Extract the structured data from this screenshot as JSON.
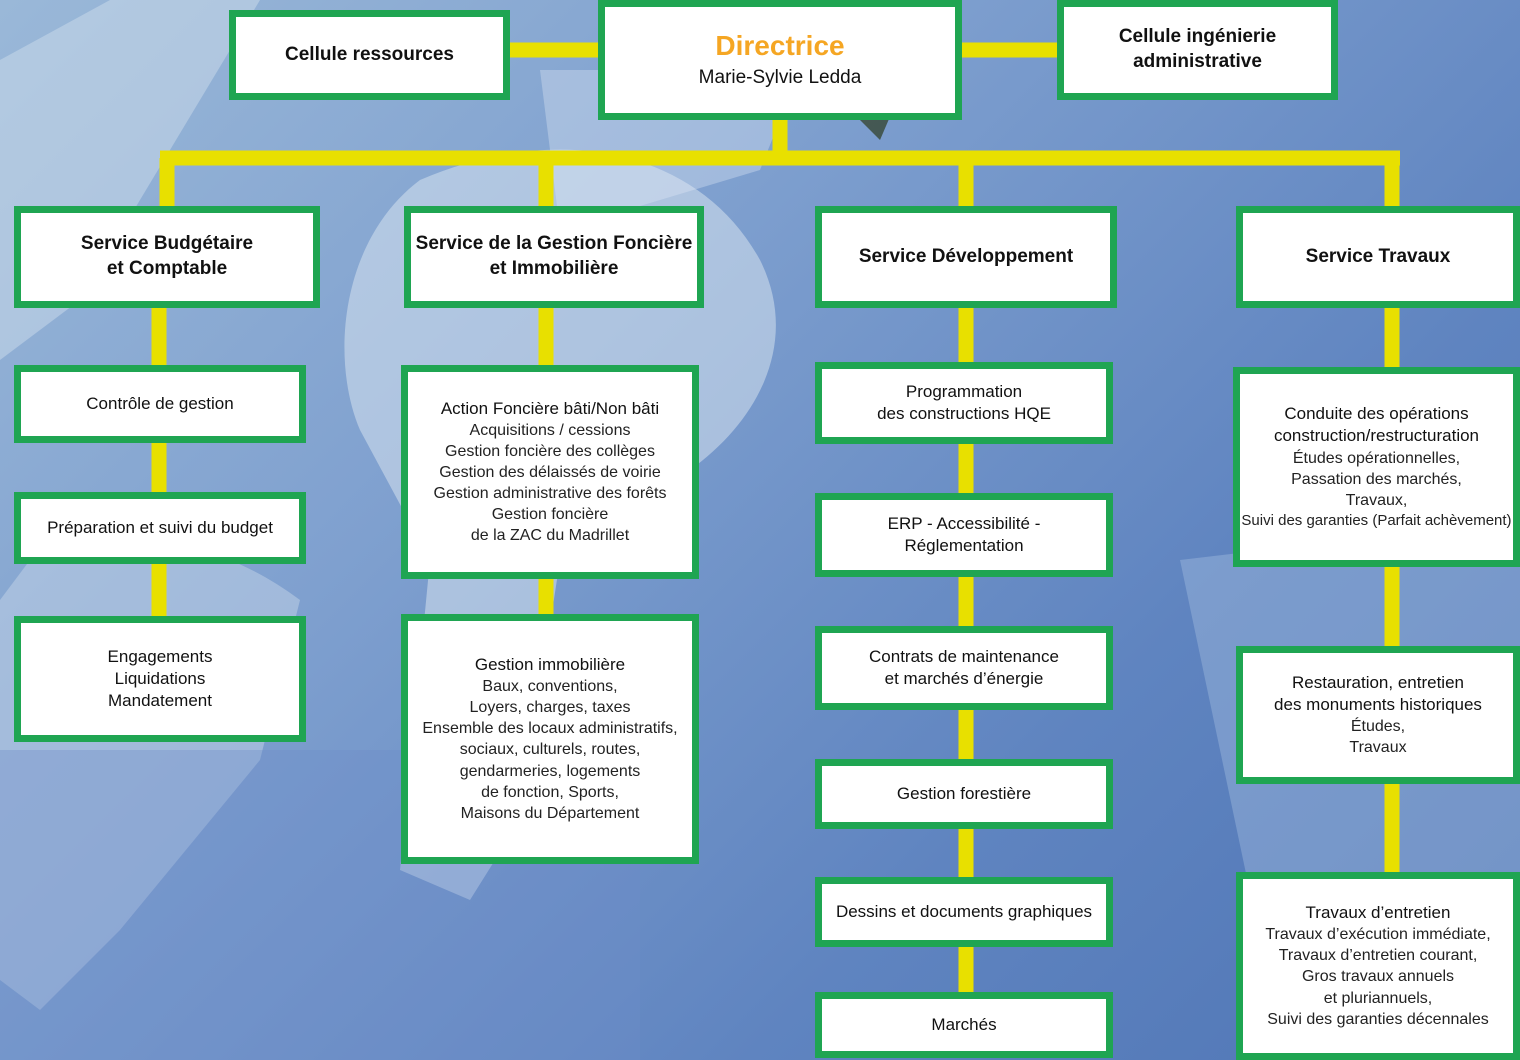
{
  "colors": {
    "box_border": "#1fa552",
    "connector": "#e8e000",
    "director_title": "#f5a623",
    "box_fill": "#ffffff"
  },
  "director": {
    "title": "Directrice",
    "name": "Marie-Sylvie Ledda"
  },
  "cells": {
    "left": "Cellule ressources",
    "right": [
      "Cellule ingénierie",
      "administrative"
    ]
  },
  "services": [
    {
      "title": [
        "Service Budgétaire",
        "et Comptable"
      ],
      "units": [
        {
          "title": [
            "Contrôle de gestion"
          ],
          "details": []
        },
        {
          "title": [
            "Préparation et suivi du budget"
          ],
          "details": []
        },
        {
          "title": [
            "Engagements",
            "Liquidations",
            "Mandatement"
          ],
          "details": []
        }
      ]
    },
    {
      "title": [
        "Service de la Gestion Foncière",
        "et Immobilière"
      ],
      "units": [
        {
          "title": [
            "Action Foncière bâti/Non bâti"
          ],
          "details": [
            "Acquisitions / cessions",
            "Gestion foncière des collèges",
            "Gestion des délaissés de voirie",
            "Gestion administrative des forêts",
            "Gestion foncière",
            "de la ZAC du Madrillet"
          ]
        },
        {
          "title": [
            "Gestion immobilière"
          ],
          "details": [
            "Baux, conventions,",
            "Loyers, charges, taxes",
            "Ensemble des locaux administratifs,",
            "sociaux, culturels, routes,",
            "gendarmeries, logements",
            "de fonction, Sports,",
            "Maisons du Département"
          ]
        }
      ]
    },
    {
      "title": [
        "Service Développement"
      ],
      "units": [
        {
          "title": [
            "Programmation",
            "des constructions HQE"
          ],
          "details": []
        },
        {
          "title": [
            "ERP - Accessibilité -",
            "Réglementation"
          ],
          "details": []
        },
        {
          "title": [
            "Contrats de maintenance",
            "et marchés d’énergie"
          ],
          "details": []
        },
        {
          "title": [
            "Gestion forestière"
          ],
          "details": []
        },
        {
          "title": [
            "Dessins et documents graphiques"
          ],
          "details": []
        },
        {
          "title": [
            "Marchés"
          ],
          "details": []
        }
      ]
    },
    {
      "title": [
        "Service Travaux"
      ],
      "units": [
        {
          "title": [
            "Conduite des opérations",
            "construction/restructuration"
          ],
          "details": [
            "Études opérationnelles,",
            "Passation des marchés,",
            "Travaux,",
            "Suivi des garanties (Parfait achèvement)"
          ]
        },
        {
          "title": [
            "Restauration, entretien",
            "des monuments historiques"
          ],
          "details": [
            "Études,",
            "Travaux"
          ]
        },
        {
          "title": [
            "Travaux d’entretien"
          ],
          "details": [
            "Travaux d’exécution immédiate,",
            "Travaux d’entretien courant,",
            "Gros travaux annuels",
            "et pluriannuels,",
            "Suivi des garanties décennales"
          ]
        }
      ]
    }
  ]
}
